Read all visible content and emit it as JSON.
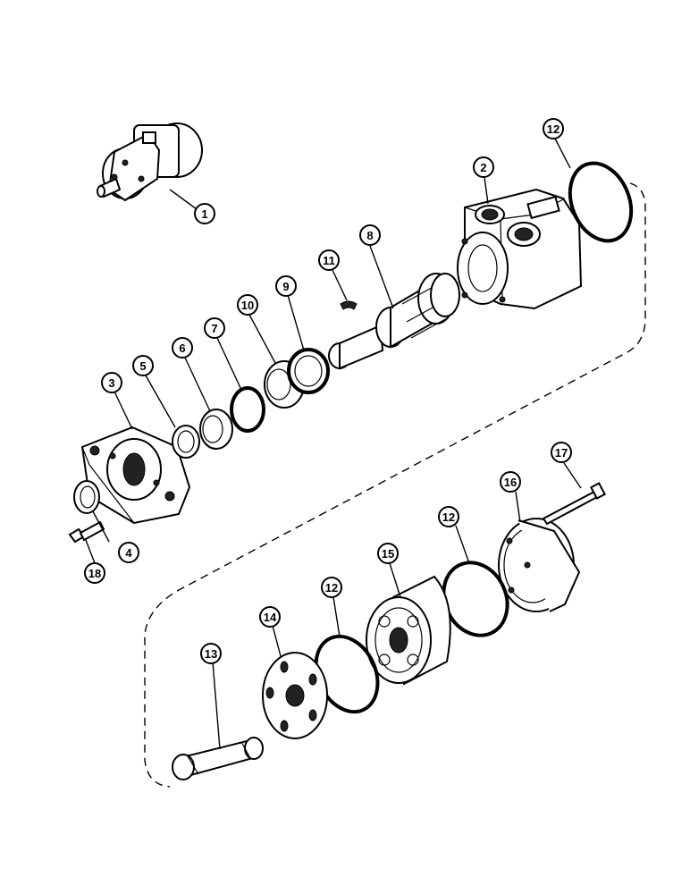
{
  "callouts": [
    {
      "id": "c1",
      "label": "1"
    },
    {
      "id": "c2",
      "label": "2"
    },
    {
      "id": "c3",
      "label": "3"
    },
    {
      "id": "c4",
      "label": "4"
    },
    {
      "id": "c5",
      "label": "5"
    },
    {
      "id": "c6",
      "label": "6"
    },
    {
      "id": "c7",
      "label": "7"
    },
    {
      "id": "c8",
      "label": "8"
    },
    {
      "id": "c9",
      "label": "9"
    },
    {
      "id": "c10",
      "label": "10"
    },
    {
      "id": "c11",
      "label": "11"
    },
    {
      "id": "c12a",
      "label": "12"
    },
    {
      "id": "c12b",
      "label": "12"
    },
    {
      "id": "c12c",
      "label": "12"
    },
    {
      "id": "c13",
      "label": "13"
    },
    {
      "id": "c14",
      "label": "14"
    },
    {
      "id": "c15",
      "label": "15"
    },
    {
      "id": "c16",
      "label": "16"
    },
    {
      "id": "c17",
      "label": "17"
    },
    {
      "id": "c18",
      "label": "18"
    }
  ]
}
